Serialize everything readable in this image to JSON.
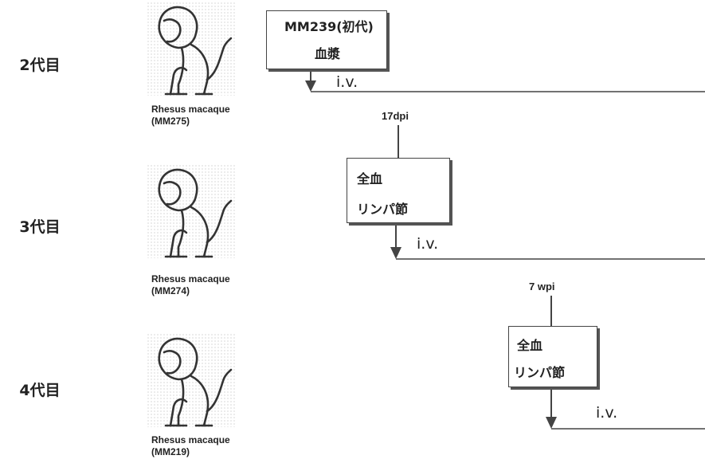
{
  "generations": [
    {
      "label": "2代目",
      "animal": "Rhesus macaque",
      "id": "(MM275)"
    },
    {
      "label": "3代目",
      "animal": "Rhesus macaque",
      "id": "(MM274)"
    },
    {
      "label": "4代目",
      "animal": "Rhesus macaque",
      "id": "(MM219)"
    }
  ],
  "boxes": [
    {
      "line1": "MM239(初代)",
      "line2": "血漿"
    },
    {
      "line1": "全血",
      "line2": "リンパ節"
    },
    {
      "line1": "全血",
      "line2": "リンパ節"
    }
  ],
  "routes": [
    "i.v.",
    "i.v.",
    "i.v."
  ],
  "timepoints": [
    "17dpi",
    "7 wpi"
  ]
}
